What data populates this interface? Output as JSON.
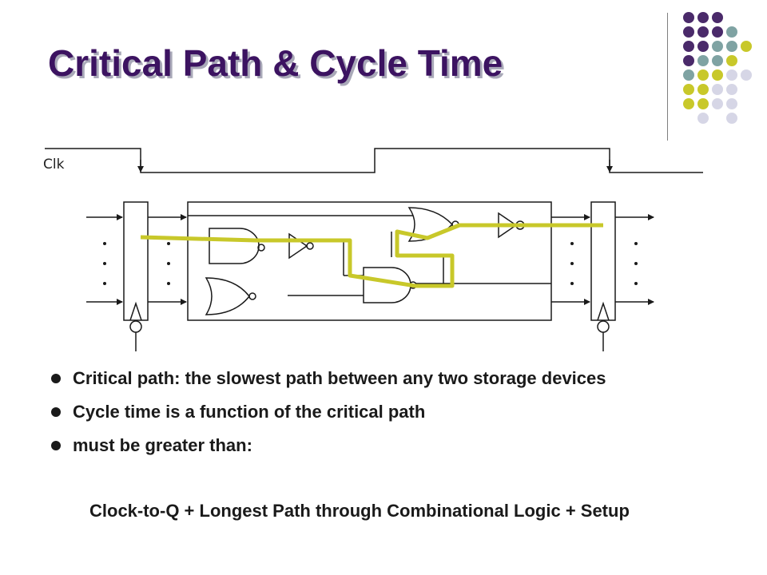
{
  "title": "Critical Path & Cycle Time",
  "diagram": {
    "clock_label": "Clk",
    "path_color": "#c8c82a",
    "wire_color": "#1a1a1a"
  },
  "decoration": {
    "dot_colors": [
      "#4a2a6a",
      "#7fa3a3",
      "#c8c82a",
      "#d6d6e6"
    ]
  },
  "bullets": [
    {
      "text": "Critical path: the slowest path between any two storage devices"
    },
    {
      "text": "Cycle time is a function of the critical path"
    },
    {
      "text": "must be greater than:"
    }
  ],
  "formula": "Clock-to-Q + Longest Path through Combinational Logic + Setup"
}
